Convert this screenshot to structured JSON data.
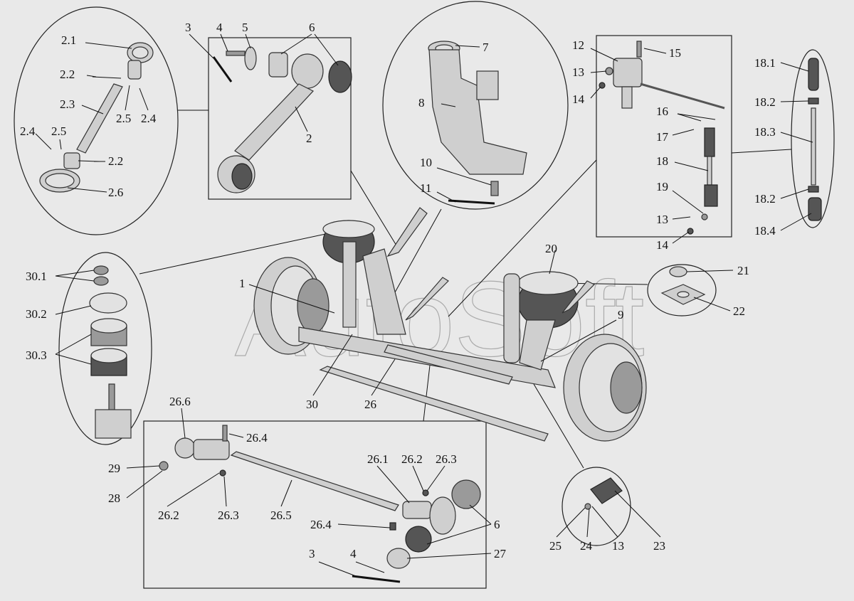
{
  "watermark": "AutoSoft",
  "labels": {
    "l2_1": "2.1",
    "l2_2a": "2.2",
    "l2_3": "2.3",
    "l2_5a": "2.5",
    "l2_4a": "2.4",
    "l2_4b": "2.4",
    "l2_5b": "2.5",
    "l2_2b": "2.2",
    "l2_6": "2.6",
    "l3a": "3",
    "l4a": "4",
    "l5": "5",
    "l6a": "6",
    "l2": "2",
    "l7": "7",
    "l8": "8",
    "l10": "10",
    "l11": "11",
    "l12": "12",
    "l15": "15",
    "l13a": "13",
    "l14a": "14",
    "l16": "16",
    "l17": "17",
    "l18": "18",
    "l19": "19",
    "l13b": "13",
    "l14b": "14",
    "l18_1": "18.1",
    "l18_2a": "18.2",
    "l18_3": "18.3",
    "l18_2b": "18.2",
    "l18_4": "18.4",
    "l20": "20",
    "l21": "21",
    "l22": "22",
    "l9": "9",
    "l1": "1",
    "l30_1": "30.1",
    "l30_2": "30.2",
    "l30_3": "30.3",
    "l30": "30",
    "l26": "26",
    "l26_6": "26.6",
    "l26_4a": "26.4",
    "l29": "29",
    "l28": "28",
    "l26_2a": "26.2",
    "l26_3a": "26.3",
    "l26_5": "26.5",
    "l26_1": "26.1",
    "l26_2b": "26.2",
    "l26_3b": "26.3",
    "l26_4b": "26.4",
    "l6b": "6",
    "l27": "27",
    "l3b": "3",
    "l4b": "4",
    "l25": "25",
    "l24": "24",
    "l13c": "13",
    "l23": "23"
  }
}
